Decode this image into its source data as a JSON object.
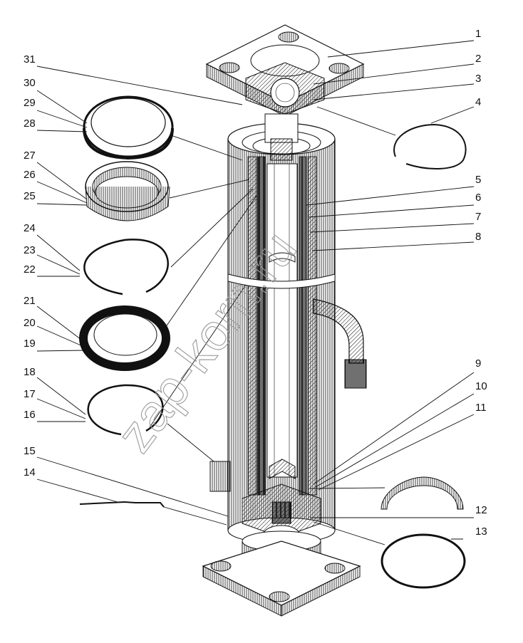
{
  "diagram": {
    "title": "Hydraulic cylinder — exploded view with part numbers",
    "watermark": "zap-korn.ru",
    "colors": {
      "ink": "#111111",
      "background": "#ffffff",
      "watermark": "#9a9a9a"
    },
    "callouts_right": [
      "1",
      "2",
      "3",
      "4",
      "5",
      "6",
      "7",
      "8",
      "9",
      "10",
      "11",
      "12",
      "13"
    ],
    "callouts_left": [
      "31",
      "30",
      "29",
      "28",
      "27",
      "26",
      "25",
      "24",
      "23",
      "22",
      "21",
      "20",
      "19",
      "18",
      "17",
      "16",
      "15",
      "14"
    ],
    "parts": [
      {
        "id": "main-cylinder",
        "name": "Cylinder assembly (cut-away)"
      },
      {
        "id": "top-flange",
        "name": "Top square flange with 4 bolt holes"
      },
      {
        "id": "bottom-flange",
        "name": "Bottom square flange with 4 bolt holes"
      },
      {
        "id": "ball-joint",
        "name": "Spherical joint head"
      },
      {
        "id": "hose-elbow",
        "name": "Bent hydraulic hose fitting"
      },
      {
        "id": "ring-28-30",
        "name": "Seal ring set"
      },
      {
        "id": "bushing-25-27",
        "name": "Guide bushing"
      },
      {
        "id": "snap-ring-22-24",
        "name": "Snap ring"
      },
      {
        "id": "seal-19-21",
        "name": "Thick seal (cuff)"
      },
      {
        "id": "snap-ring-16-18",
        "name": "Snap ring"
      },
      {
        "id": "wire-14",
        "name": "Locking wire"
      },
      {
        "id": "retaining-ring-4",
        "name": "Retaining ring"
      },
      {
        "id": "half-ring-12",
        "name": "Half-ring"
      },
      {
        "id": "o-ring-13",
        "name": "O-ring"
      }
    ]
  }
}
